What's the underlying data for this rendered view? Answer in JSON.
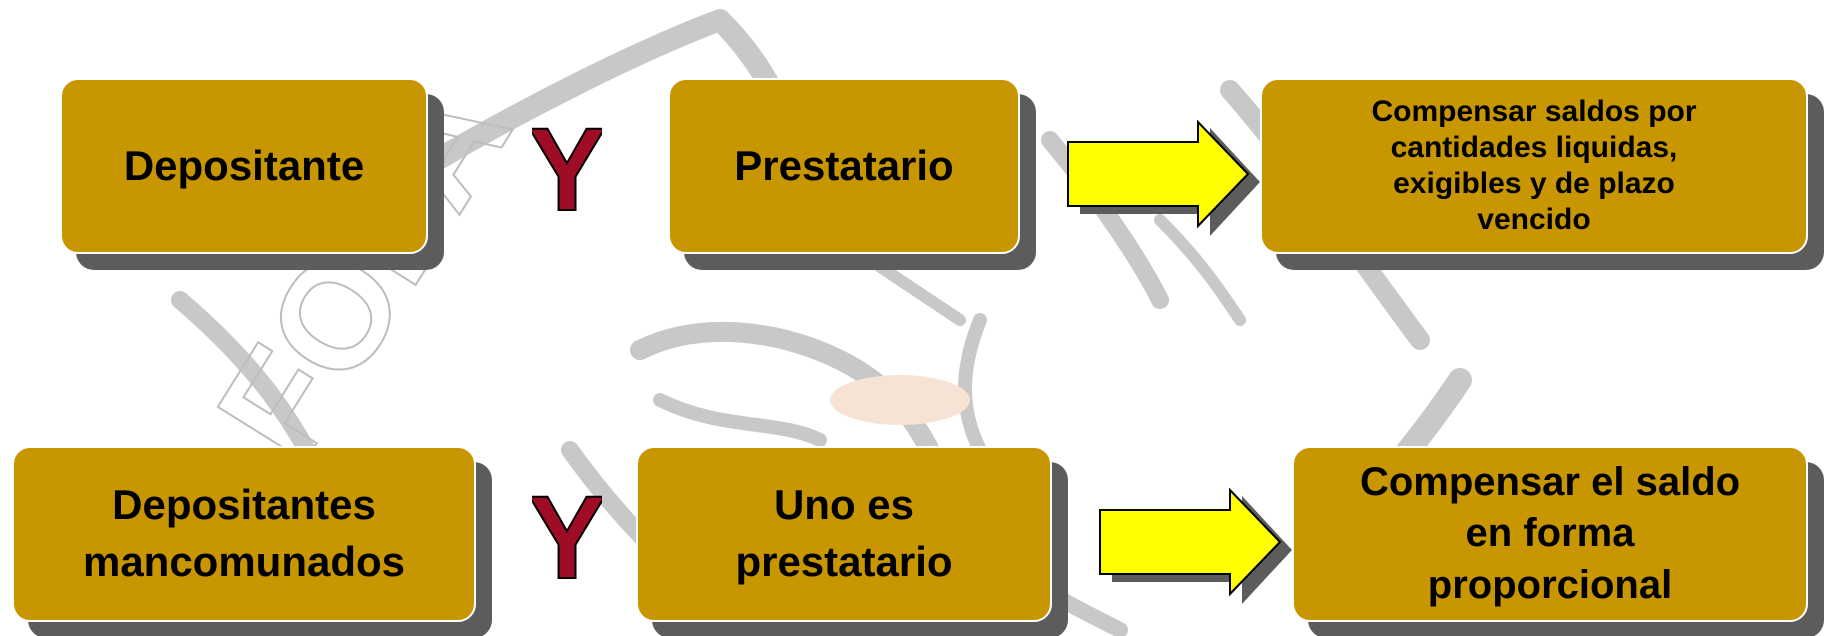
{
  "colors": {
    "box_fill": "#c79600",
    "box_shadow": "#5c5c5c",
    "arrow_fill": "#ffff00",
    "y_fill": "#9e0d25",
    "watermark": "#c8c8c8"
  },
  "watermark": {
    "text": "FOPA",
    "icon": "hand-watermark-icon"
  },
  "rows": [
    {
      "left_box": "Depositante",
      "connector": "Y",
      "middle_box": "Prestatario",
      "arrow_icon": "right-arrow-icon",
      "result_box": "Compensar saldos por\ncantidades liquidas,\nexigibles y de plazo\nvencido"
    },
    {
      "left_box": "Depositantes\nmancomunados",
      "connector": "Y",
      "middle_box": "Uno es\nprestatario",
      "arrow_icon": "right-arrow-icon",
      "result_box": "Compensar el saldo\nen forma\nproporcional"
    }
  ]
}
